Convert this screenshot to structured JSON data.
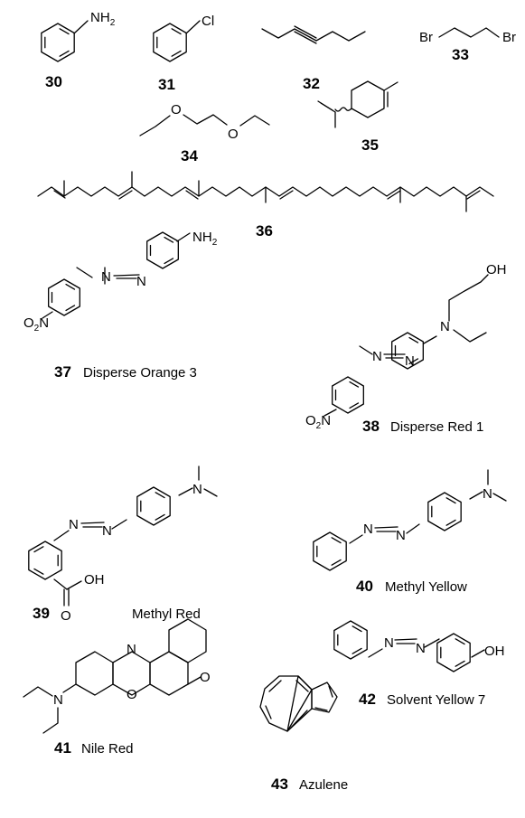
{
  "compounds": [
    {
      "number": "30",
      "name": "",
      "atoms": [
        "NH2"
      ]
    },
    {
      "number": "31",
      "name": "",
      "atoms": [
        "Cl"
      ]
    },
    {
      "number": "32",
      "name": "",
      "atoms": []
    },
    {
      "number": "33",
      "name": "",
      "atoms": [
        "Br",
        "Br"
      ]
    },
    {
      "number": "34",
      "name": "",
      "atoms": [
        "O",
        "O"
      ]
    },
    {
      "number": "35",
      "name": "",
      "atoms": []
    },
    {
      "number": "36",
      "name": "",
      "atoms": []
    },
    {
      "number": "37",
      "name": "Disperse Orange 3",
      "atoms": [
        "NH2",
        "N",
        "N",
        "O2N"
      ]
    },
    {
      "number": "38",
      "name": "Disperse Red 1",
      "atoms": [
        "OH",
        "N",
        "N",
        "N",
        "O2N"
      ]
    },
    {
      "number": "39",
      "name": "Methyl Red",
      "atoms": [
        "N",
        "N",
        "N",
        "OH",
        "O"
      ]
    },
    {
      "number": "40",
      "name": "Methyl Yellow",
      "atoms": [
        "N",
        "N",
        "N"
      ]
    },
    {
      "number": "41",
      "name": "Nile Red",
      "atoms": [
        "N",
        "N",
        "O",
        "O"
      ]
    },
    {
      "number": "42",
      "name": "Solvent Yellow 7",
      "atoms": [
        "N",
        "N",
        "OH"
      ]
    },
    {
      "number": "43",
      "name": "Azulene",
      "atoms": []
    }
  ]
}
